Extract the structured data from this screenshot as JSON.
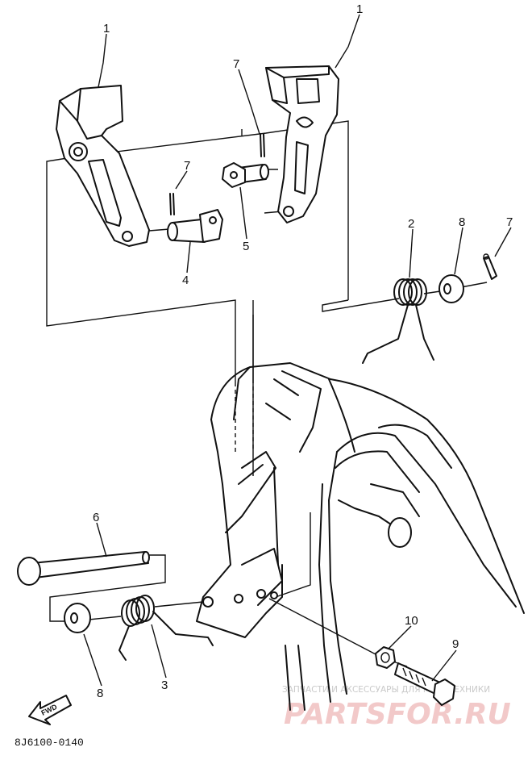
{
  "callouts": {
    "c1a": "1",
    "c1b": "1",
    "c2": "2",
    "c3": "3",
    "c4": "4",
    "c5": "5",
    "c6": "6",
    "c7a": "7",
    "c7b": "7",
    "c7c": "7",
    "c8a": "8",
    "c8b": "8",
    "c9": "9",
    "c10": "10"
  },
  "diagram_code": "8J6100-0140",
  "fwd_label": "FWD",
  "watermark": {
    "caption": "ЗАПЧАСТИ И АКСЕССУАРЫ ДЛЯ МОТОТЕХНИКИ",
    "logo_text": "PARTSFOR.RU"
  }
}
